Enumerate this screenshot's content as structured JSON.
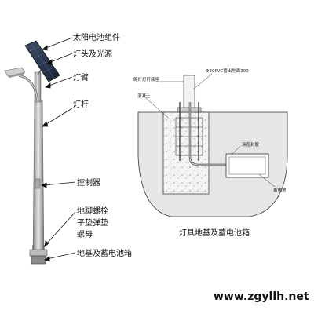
{
  "streetlight_labels": {
    "solar_panel": "太阳电池组件",
    "lamp_head": "灯头及光源",
    "lamp_arm": "灯臂",
    "pole": "灯杆",
    "controller": "控制器",
    "anchor_bolt": "地脚螺栓",
    "washer": "平垫弹垫",
    "nut": "螺母",
    "foundation_battery_box": "地基及蓄电池箱"
  },
  "foundation_labels": {
    "anchor_flange": "路灯灯杆底座",
    "pvc_pipe": "Φ30PVC管出地面300",
    "concrete": "混凝土",
    "sealant": "涂密封胶",
    "battery": "蓄电池",
    "caption": "灯具地基及蓄电池箱"
  },
  "watermark": "www.zgyllh.net"
}
